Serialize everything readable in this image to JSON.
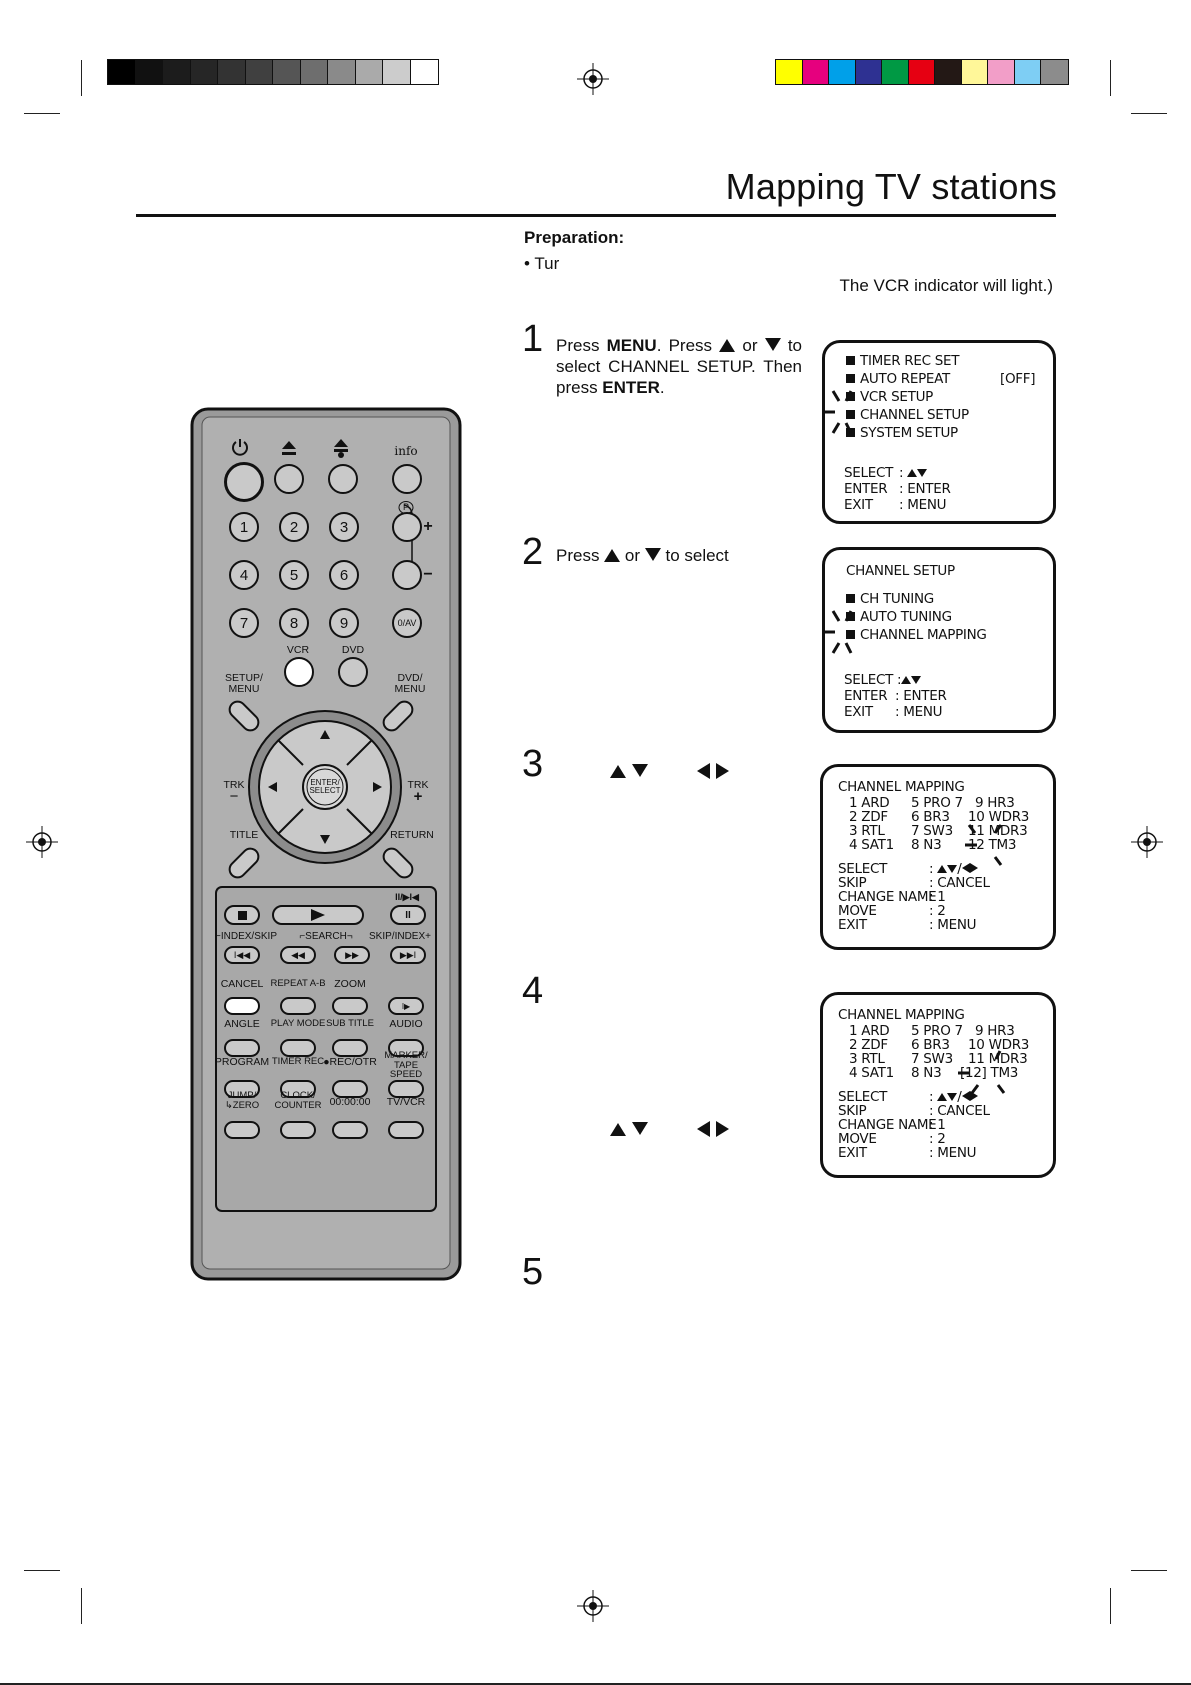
{
  "page": {
    "title": "Mapping TV stations",
    "preparation_heading": "Preparation:",
    "preparation_text": "• Tur",
    "preparation_note": "The VCR indicator will light.)"
  },
  "colors": {
    "text": "#111111",
    "remote_body": "#aaaaaa",
    "remote_button": "#c9c9c9",
    "swatches": [
      "#ffff00",
      "#e6007e",
      "#00a0e9",
      "#2e3192",
      "#009944",
      "#e60012",
      "#231815",
      "#fff799",
      "#f29ec8",
      "#7ecef4",
      "#8c8c8c"
    ],
    "grays": [
      "#000000",
      "#111111",
      "#1c1c1c",
      "#262626",
      "#333333",
      "#404040",
      "#555555",
      "#6e6e6e",
      "#8a8a8a",
      "#aaaaaa",
      "#cccccc",
      "#ffffff"
    ]
  },
  "steps": [
    {
      "number": "1",
      "text_a": "Press ",
      "bold_a": "MENU",
      "text_b": ". Press ",
      "or": " or ",
      "text_c": "to select CHANNEL SETUP. Then press ",
      "bold_b": "ENTER",
      "text_d": "."
    },
    {
      "number": "2",
      "text_a": "Press ",
      "or": " or ",
      "text_b": " to select"
    },
    {
      "number": "3"
    },
    {
      "number": "4"
    },
    {
      "number": "5"
    }
  ],
  "osd1": {
    "items": [
      "TIMER REC SET",
      "AUTO REPEAT",
      "VCR SETUP",
      "CHANNEL SETUP",
      "SYSTEM SETUP"
    ],
    "auto_repeat_value": "[OFF]",
    "select": "SELECT",
    "enter": "ENTER",
    "exit": "EXIT",
    "enter_val": ": ENTER",
    "exit_val": ": MENU",
    "colon": ":"
  },
  "osd2": {
    "title": "CHANNEL SETUP",
    "items": [
      "CH TUNING",
      "AUTO TUNING",
      "CHANNEL MAPPING"
    ],
    "select": "SELECT",
    "enter": "ENTER",
    "exit": "EXIT",
    "select_val": ":",
    "enter_val": ": ENTER",
    "exit_val": ": MENU"
  },
  "osd3": {
    "title": "CHANNEL MAPPING",
    "col1": [
      "1 ARD",
      "2 ZDF",
      "3 RTL",
      "4 SAT1"
    ],
    "col2": [
      "5 PRO 7",
      "6 BR3",
      "7 SW3",
      "8 N3"
    ],
    "col3": [
      "9 HR3",
      "10 WDR3",
      "11 MDR3",
      "12 TM3"
    ],
    "keys": [
      "SELECT",
      "SKIP",
      "CHANGE NAME",
      "MOVE",
      "EXIT"
    ],
    "vals": [
      ":",
      ": CANCEL",
      ": 1",
      ": 2",
      ": MENU"
    ],
    "slash": "/"
  },
  "osd4": {
    "title": "CHANNEL MAPPING",
    "col1": [
      "1 ARD",
      "2 ZDF",
      "3 RTL",
      "4 SAT1"
    ],
    "col2": [
      "5 PRO 7",
      "6 BR3",
      "7 SW3",
      "8 N3"
    ],
    "col3": [
      "9 HR3",
      "10 WDR3",
      "11 MDR3",
      "[12] TM3"
    ],
    "keys": [
      "SELECT",
      "SKIP",
      "CHANGE NAME",
      "MOVE",
      "EXIT"
    ],
    "vals": [
      ":",
      ": CANCEL",
      ": 1",
      ": 2",
      ": MENU"
    ],
    "slash": "/"
  },
  "remote": {
    "info": "info",
    "p": "P",
    "plus": "+",
    "minus": "−",
    "digits": [
      "1",
      "2",
      "3",
      "4",
      "5",
      "6",
      "7",
      "8",
      "9",
      "0/AV"
    ],
    "vcr": "VCR",
    "dvd": "DVD",
    "setup_menu": "SETUP/ MENU",
    "dvd_menu": "DVD/ MENU",
    "enter_select": "ENTER/ SELECT",
    "trk_l": "TRK",
    "trk_r": "TRK",
    "title_btn": "TITLE",
    "return_btn": "RETURN",
    "pause_step": "II/▶I◀",
    "index_skip": "−INDEX/SKIP",
    "search": "⌐SEARCH¬",
    "skip_index": "SKIP/INDEX+",
    "row_labels_1": [
      "CANCEL",
      "REPEAT A-B",
      "ZOOM",
      ""
    ],
    "row_labels_2": [
      "ANGLE",
      "PLAY MODE",
      "SUB TITLE",
      "AUDIO"
    ],
    "row_labels_3": [
      "PROGRAM",
      "TIMER REC",
      "●REC/OTR",
      "MARKER/ TAPE SPEED"
    ],
    "row_labels_4": [
      "JUMP/ ↳ZERO",
      "CLOCK/ COUNTER",
      "00:00:00",
      "TV/VCR"
    ]
  }
}
